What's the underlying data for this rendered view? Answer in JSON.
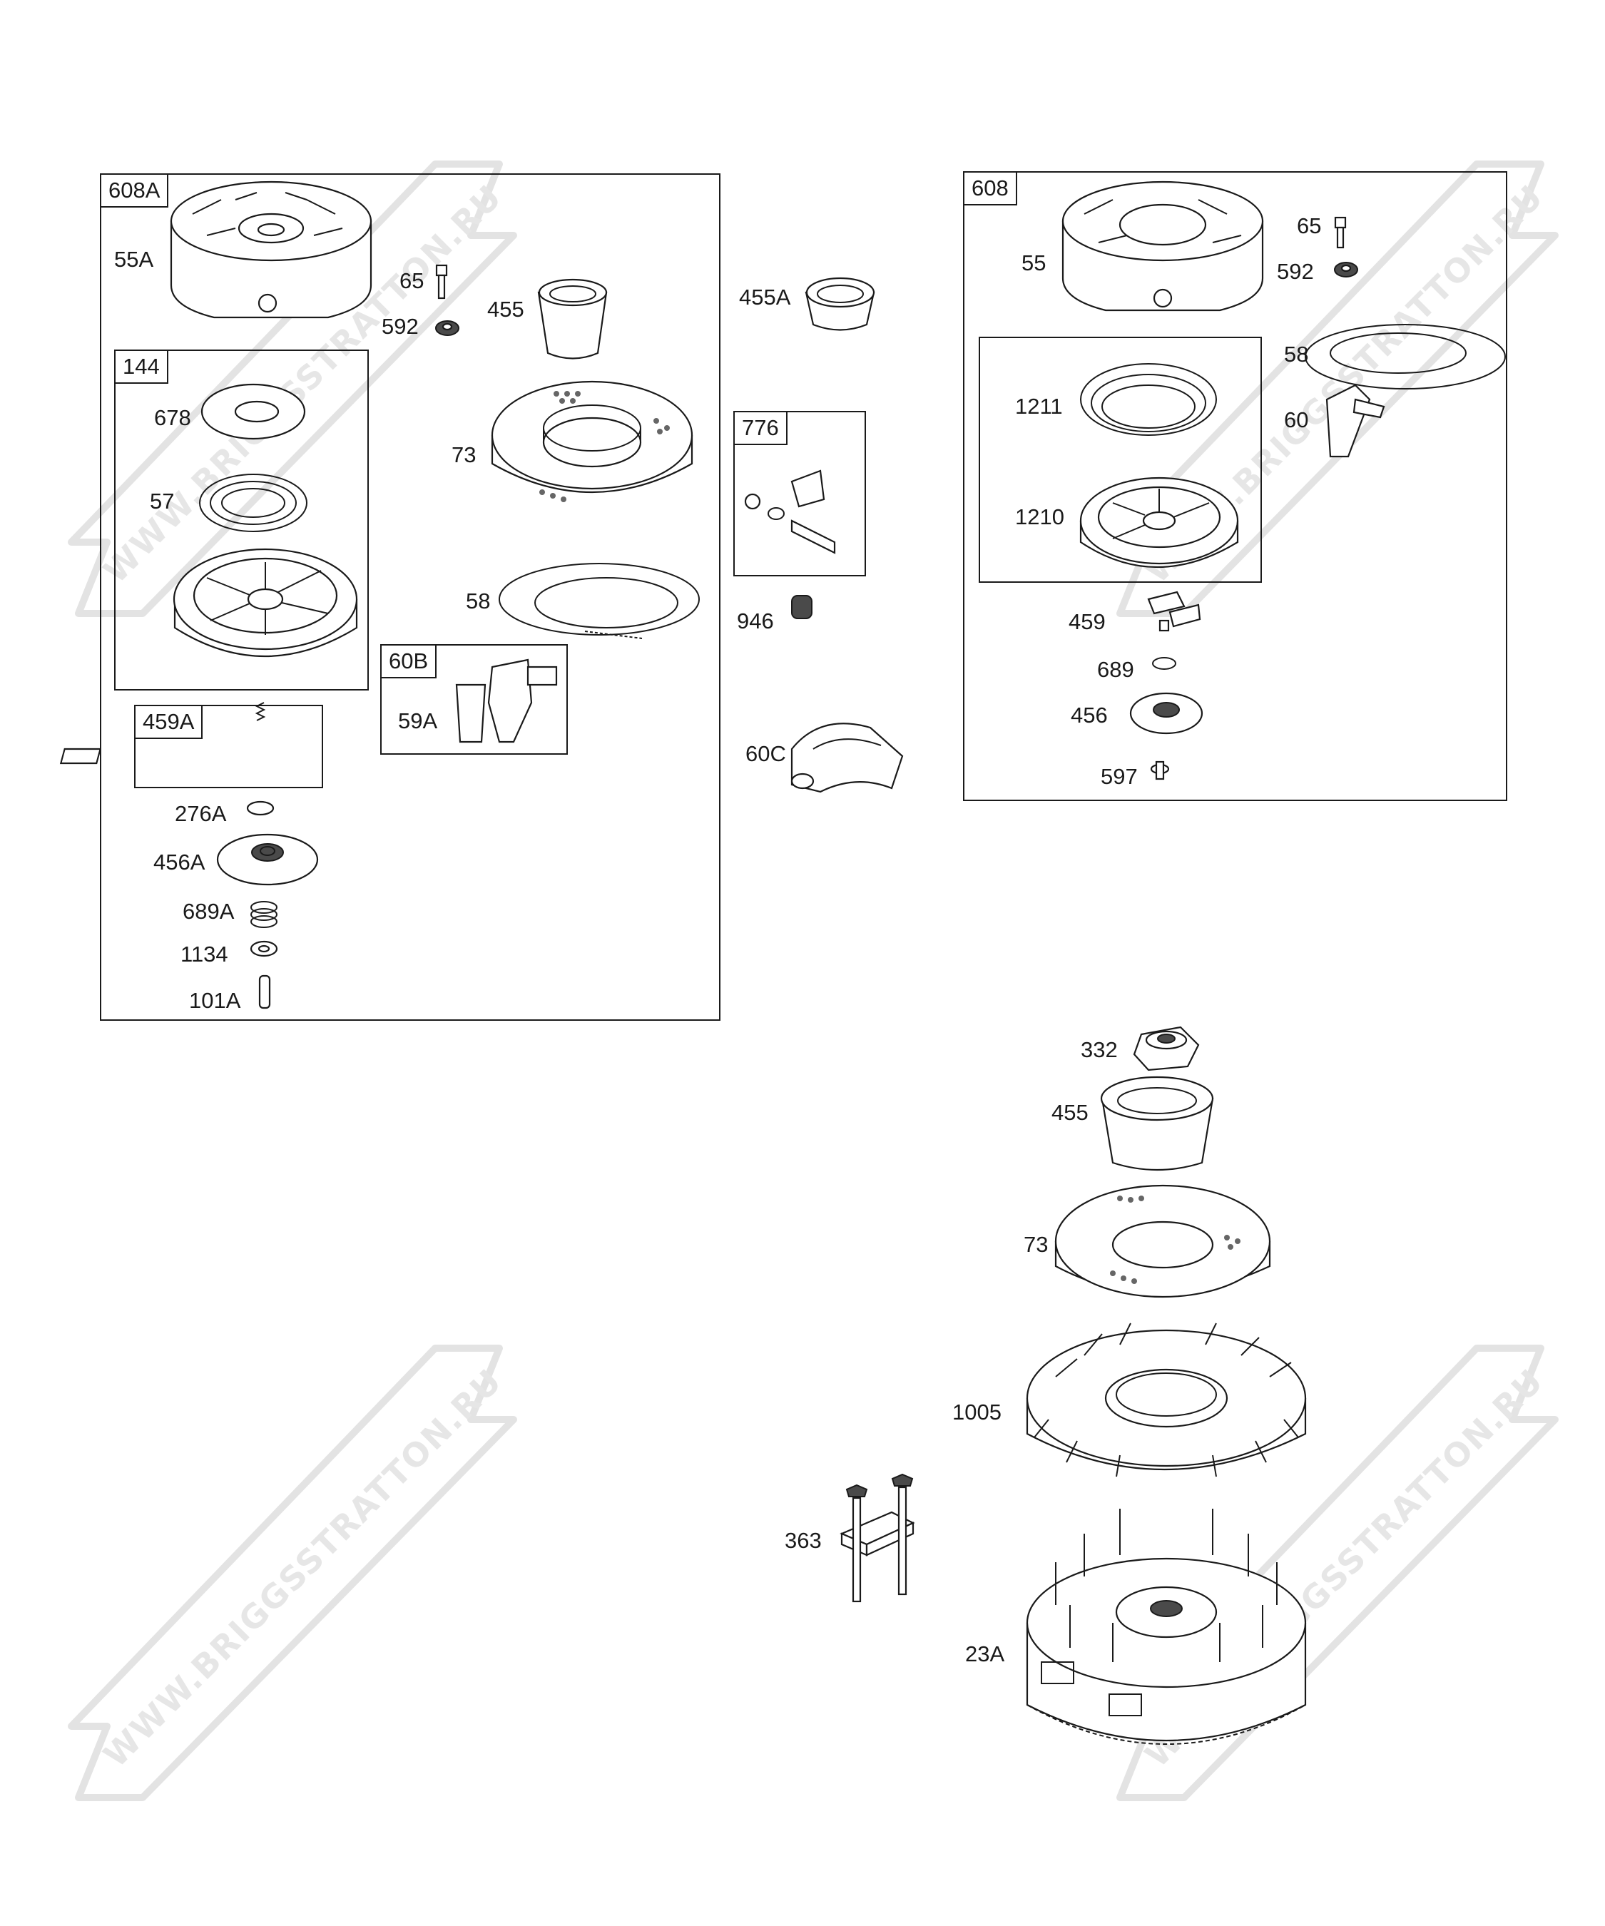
{
  "watermark": "WWW.BRIGGSSTRATTON.RU",
  "groups": {
    "g608A": "608A",
    "g144": "144",
    "g459A": "459A",
    "g60B": "60B",
    "g776": "776",
    "g608": "608"
  },
  "labels": {
    "l55A": "55A",
    "l65a": "65",
    "l592a": "592",
    "l455a": "455",
    "l455A": "455A",
    "l678": "678",
    "l57": "57",
    "l73a": "73",
    "l58a": "58",
    "l59A": "59A",
    "l946": "946",
    "l60C": "60C",
    "l276A": "276A",
    "l456A": "456A",
    "l689A": "689A",
    "l1134": "1134",
    "l101A": "101A",
    "l55": "55",
    "l65b": "65",
    "l592b": "592",
    "l58b": "58",
    "l60": "60",
    "l1211": "1211",
    "l1210": "1210",
    "l459": "459",
    "l689": "689",
    "l456": "456",
    "l597": "597",
    "l332": "332",
    "l455b": "455",
    "l73b": "73",
    "l1005": "1005",
    "l363": "363",
    "l23A": "23A"
  }
}
